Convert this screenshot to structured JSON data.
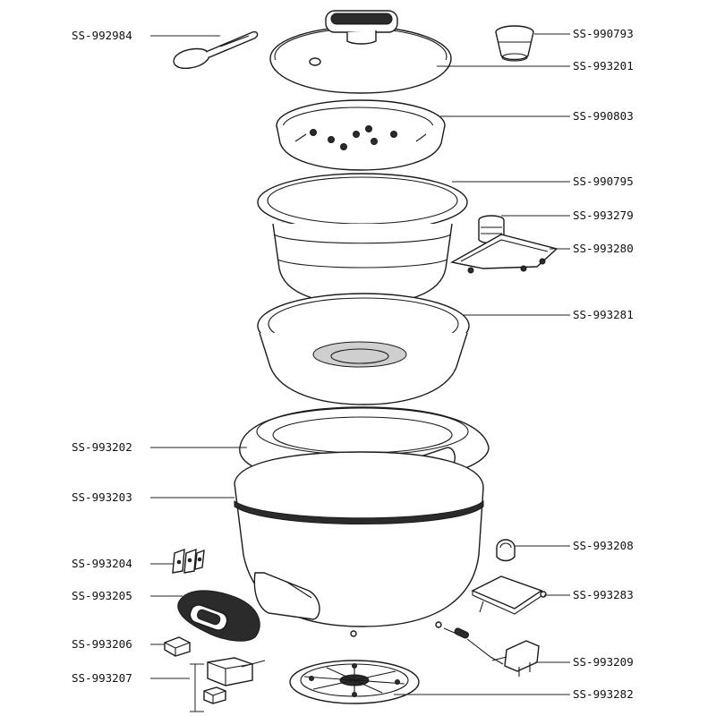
{
  "parts": {
    "l01": "SS-992984",
    "l02": "SS-990793",
    "l03": "SS-993201",
    "l04": "SS-990803",
    "l05": "SS-990795",
    "l06": "SS-993279",
    "l07": "SS-993280",
    "l08": "SS-993281",
    "l09": "SS-993202",
    "l10": "SS-993203",
    "l11": "SS-993208",
    "l12": "SS-993204",
    "l13": "SS-993205",
    "l14": "SS-993283",
    "l15": "SS-993206",
    "l16": "SS-993209",
    "l17": "SS-993207",
    "l18": "SS-993282"
  }
}
